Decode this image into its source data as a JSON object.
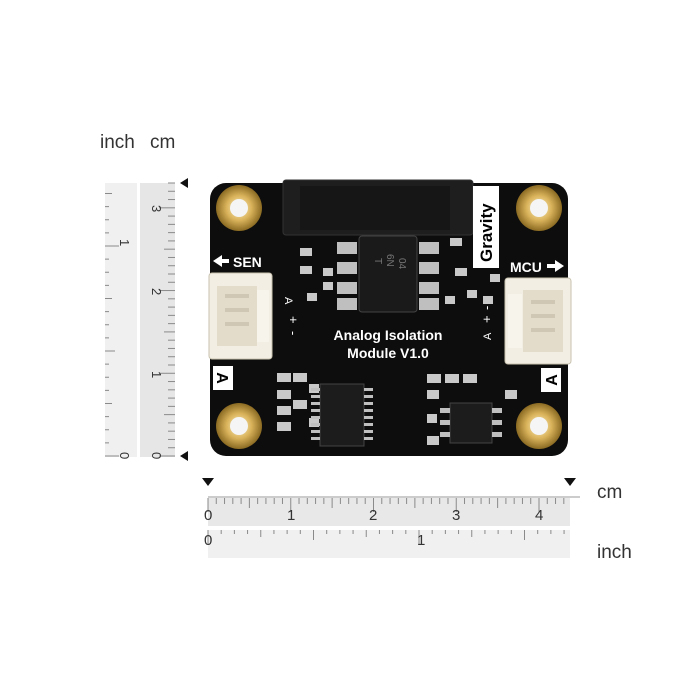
{
  "units": {
    "left_inch": "inch",
    "left_cm": "cm",
    "bottom_cm": "cm",
    "bottom_inch": "inch"
  },
  "vertical_ruler": {
    "cm_ticks": [
      "3",
      "2",
      "1",
      "0"
    ],
    "inch_ticks": [
      "1",
      "0"
    ]
  },
  "horizontal_ruler": {
    "cm_ticks": [
      "0",
      "1",
      "2",
      "3",
      "4"
    ],
    "inch_ticks": [
      "0",
      "1"
    ]
  },
  "board": {
    "brand": "Gravity",
    "left_port": "SEN",
    "right_port": "MCU",
    "title_line1": "Analog Isolation",
    "title_line2": "Module V1.0",
    "left_letter": "A",
    "right_letter": "A",
    "pin_labels": [
      "A",
      "+",
      "-"
    ],
    "chip_marking": [
      "T",
      "6N",
      "04"
    ],
    "colors": {
      "pcb": "#0d0d0d",
      "connector": "#f2eee4",
      "pad_gold": "#d4a94a"
    }
  }
}
